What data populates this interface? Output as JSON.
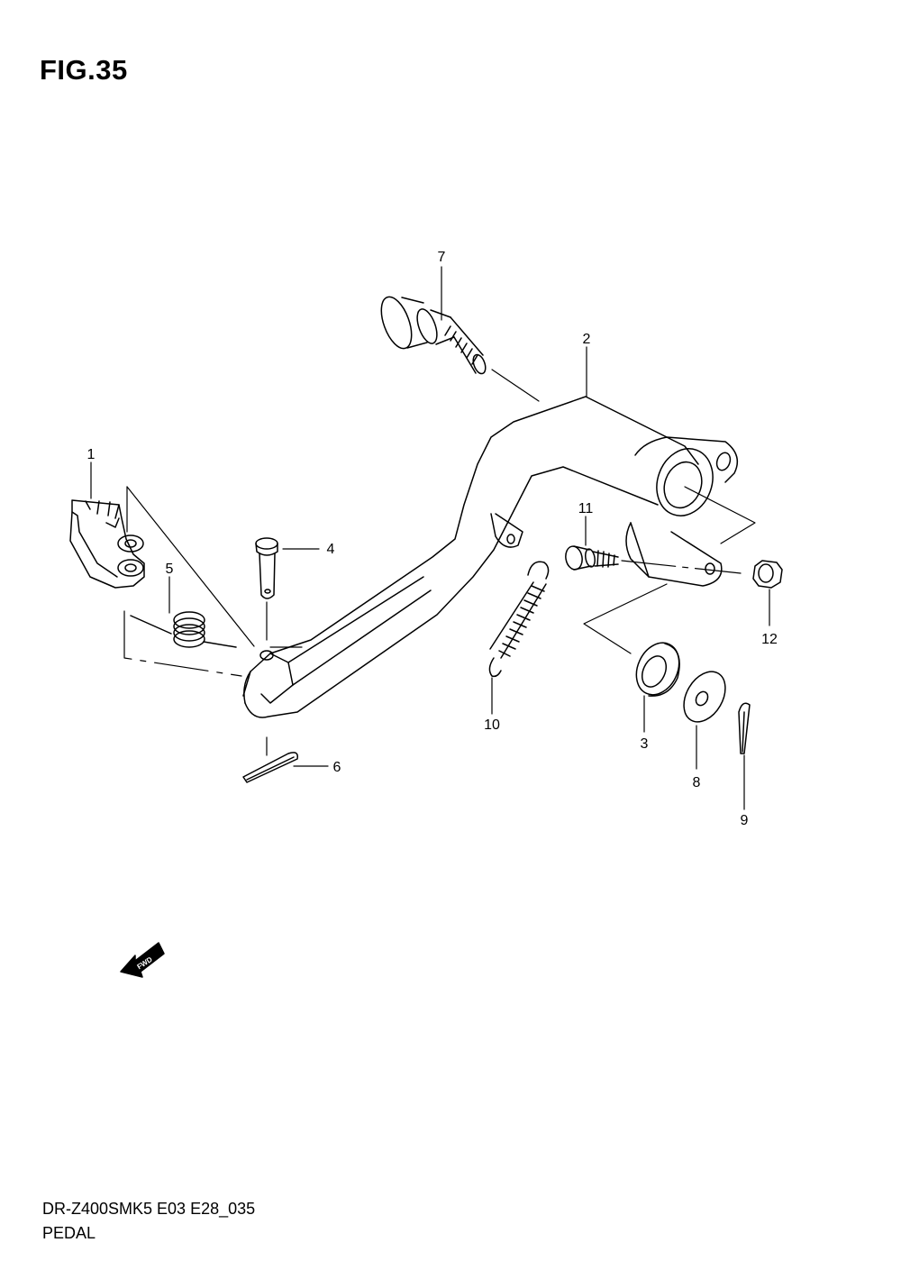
{
  "figure": {
    "title": "FIG.35"
  },
  "footer": {
    "model_code": "DR-Z400SMK5 E03 E28_035",
    "section_name": "PEDAL"
  },
  "direction_indicator": {
    "label": "FWD",
    "icon": "fwd-arrow-icon"
  },
  "callouts": [
    {
      "id": "callout-1",
      "label": "1"
    },
    {
      "id": "callout-2",
      "label": "2"
    },
    {
      "id": "callout-3",
      "label": "3"
    },
    {
      "id": "callout-4",
      "label": "4"
    },
    {
      "id": "callout-5",
      "label": "5"
    },
    {
      "id": "callout-6",
      "label": "6"
    },
    {
      "id": "callout-7",
      "label": "7"
    },
    {
      "id": "callout-8",
      "label": "8"
    },
    {
      "id": "callout-9",
      "label": "9"
    },
    {
      "id": "callout-10",
      "label": "10"
    },
    {
      "id": "callout-11",
      "label": "11"
    },
    {
      "id": "callout-12",
      "label": "12"
    }
  ]
}
